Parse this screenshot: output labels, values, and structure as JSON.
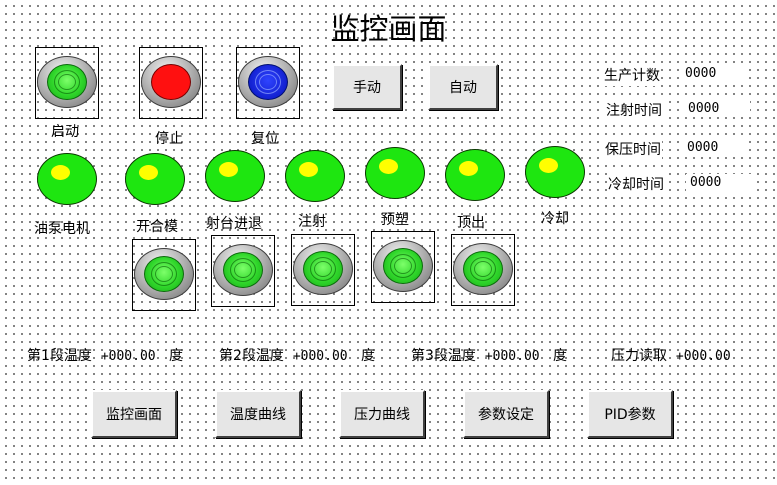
{
  "title": "监控画面",
  "control_buttons": [
    {
      "label": "启动",
      "color": "green"
    },
    {
      "label": "停止",
      "color": "red"
    },
    {
      "label": "复位",
      "color": "blue"
    }
  ],
  "mode_buttons": {
    "manual": "手动",
    "auto": "自动"
  },
  "stats": [
    {
      "label": "生产计数",
      "value": "0000"
    },
    {
      "label": "注射时间",
      "value": "0000"
    },
    {
      "label": "保压时间",
      "value": "0000"
    },
    {
      "label": "冷却时间",
      "value": "0000"
    }
  ],
  "lamps": [
    {
      "label": "油泵电机"
    },
    {
      "label": "开合模"
    },
    {
      "label": "射台进退"
    },
    {
      "label": "注射"
    },
    {
      "label": "预塑"
    },
    {
      "label": "顶出"
    },
    {
      "label": "冷却"
    }
  ],
  "readings": [
    {
      "label": "第1段温度",
      "value": "+000.00",
      "unit": "度"
    },
    {
      "label": "第2段温度",
      "value": "+000.00",
      "unit": "度"
    },
    {
      "label": "第3段温度",
      "value": "+000.00",
      "unit": "度"
    },
    {
      "label": "压力读取",
      "value": "+000.00",
      "unit": ""
    }
  ],
  "nav_buttons": [
    "监控画面",
    "温度曲线",
    "压力曲线",
    "参数设定",
    "PID参数"
  ],
  "colors": {
    "lamp_green": "#1ee610",
    "lamp_highlight": "#ffff00",
    "stop_red": "#ff1010",
    "reset_blue": "#1220d0"
  }
}
